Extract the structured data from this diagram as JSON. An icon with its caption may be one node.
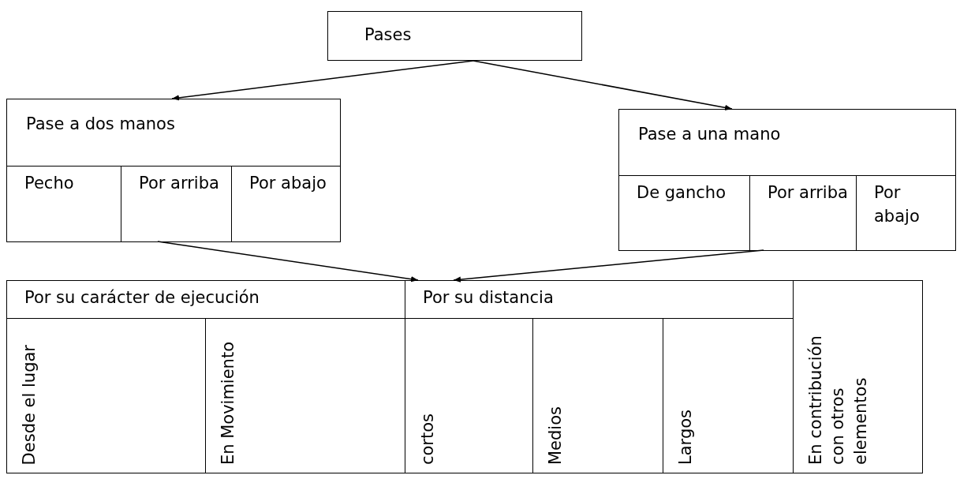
{
  "diagram": {
    "nodes": [
      {
        "text": [
          "Pases"
        ]
      },
      {
        "text": [
          "Pase a dos manos"
        ]
      },
      {
        "text": [
          "Pecho"
        ],
        "in": 1
      },
      {
        "text": [
          "Por arriba"
        ],
        "in": 1
      },
      {
        "text": [
          "Por abajo"
        ],
        "in": 1
      },
      {
        "text": [
          "Pase a una mano"
        ]
      },
      {
        "text": [
          "De gancho"
        ],
        "in": 5
      },
      {
        "text": [
          "Por arriba"
        ],
        "in": 5
      },
      {
        "text": [
          "Por abajo"
        ],
        "in": 5
      },
      {
        "text": [],
        "shape": "box"
      },
      {
        "text": [
          "Por su carácter de ejecución"
        ],
        "in": 9
      },
      {
        "text": [
          "Por su distancia"
        ],
        "in": 9
      },
      {
        "text": [
          "En contribución con otros elementos"
        ],
        "in": 9
      },
      {
        "text": [
          "Desde el lugar"
        ],
        "in": 9
      },
      {
        "text": [
          "En Movimiento"
        ],
        "in": 9
      },
      {
        "text": [
          "cortos"
        ],
        "in": 9
      },
      {
        "text": [
          "Medios"
        ],
        "in": 9
      },
      {
        "text": [
          "Largos"
        ],
        "in": 9
      }
    ],
    "edges": [
      {
        "from": 0,
        "to": 1,
        "arrow": "to"
      },
      {
        "from": 0,
        "to": 5,
        "arrow": "to"
      },
      {
        "from": 3,
        "to": 9,
        "arrow": "to"
      },
      {
        "from": 7,
        "to": 9,
        "arrow": "to"
      }
    ]
  }
}
